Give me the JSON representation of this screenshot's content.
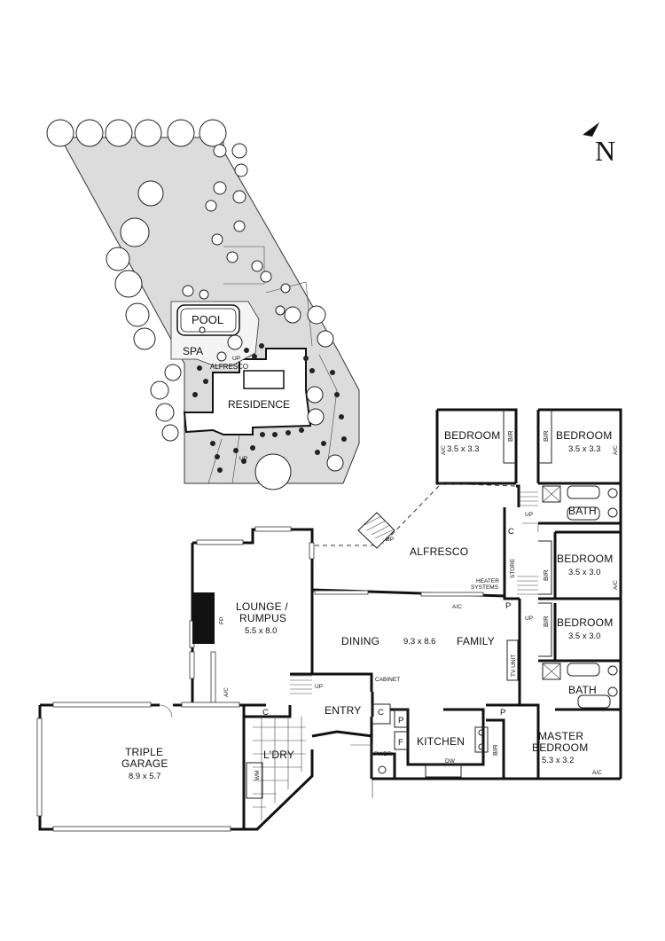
{
  "compass": {
    "letter": "N"
  },
  "site_plan": {
    "labels": {
      "pool": "POOL",
      "spa": "SPA",
      "alfresco": "ALFRESCO",
      "up": "UP",
      "residence": "RESIDENCE",
      "up2": "UP"
    }
  },
  "floor_plan": {
    "rooms": {
      "bedroom_1": {
        "name": "BEDROOM",
        "size": "3.5 x 3.3"
      },
      "bedroom_2": {
        "name": "BEDROOM",
        "size": "3.5 x 3.3"
      },
      "bedroom_3": {
        "name": "BEDROOM",
        "size": "3.5 x 3.0"
      },
      "bedroom_4": {
        "name": "BEDROOM",
        "size": "3.5 x 3.0"
      },
      "bath_1": {
        "name": "BATH"
      },
      "bath_2": {
        "name": "BATH"
      },
      "alfresco": {
        "name": "ALFRESCO"
      },
      "lounge": {
        "name_line1": "LOUNGE /",
        "name_line2": "RUMPUS",
        "size": "5.5 x 8.0"
      },
      "dining": {
        "name": "DINING"
      },
      "family": {
        "name": "FAMILY",
        "size": "9.3 x 8.6"
      },
      "entry": {
        "name": "ENTRY"
      },
      "kitchen": {
        "name": "KITCHEN"
      },
      "master": {
        "name_line1": "MASTER",
        "name_line2": "BEDROOM",
        "size": "5.3 x 3.2"
      },
      "garage": {
        "name_line1": "TRIPLE",
        "name_line2": "GARAGE",
        "size": "8.9 x 5.7"
      },
      "laundry": {
        "name": "L'DRY"
      }
    },
    "fixtures": {
      "bir": "BIR",
      "ac": "A/C",
      "c": "C",
      "p": "P",
      "f": "F",
      "up": "UP",
      "store": "STORE",
      "heater_line1": "HEATER",
      "heater_line2": "SYSTEMS",
      "tv_unit": "TV UNIT",
      "cabinet": "CABINET",
      "pwdr": "PWDR",
      "dw": "DW",
      "wm": "WM",
      "fp": "FP"
    }
  }
}
